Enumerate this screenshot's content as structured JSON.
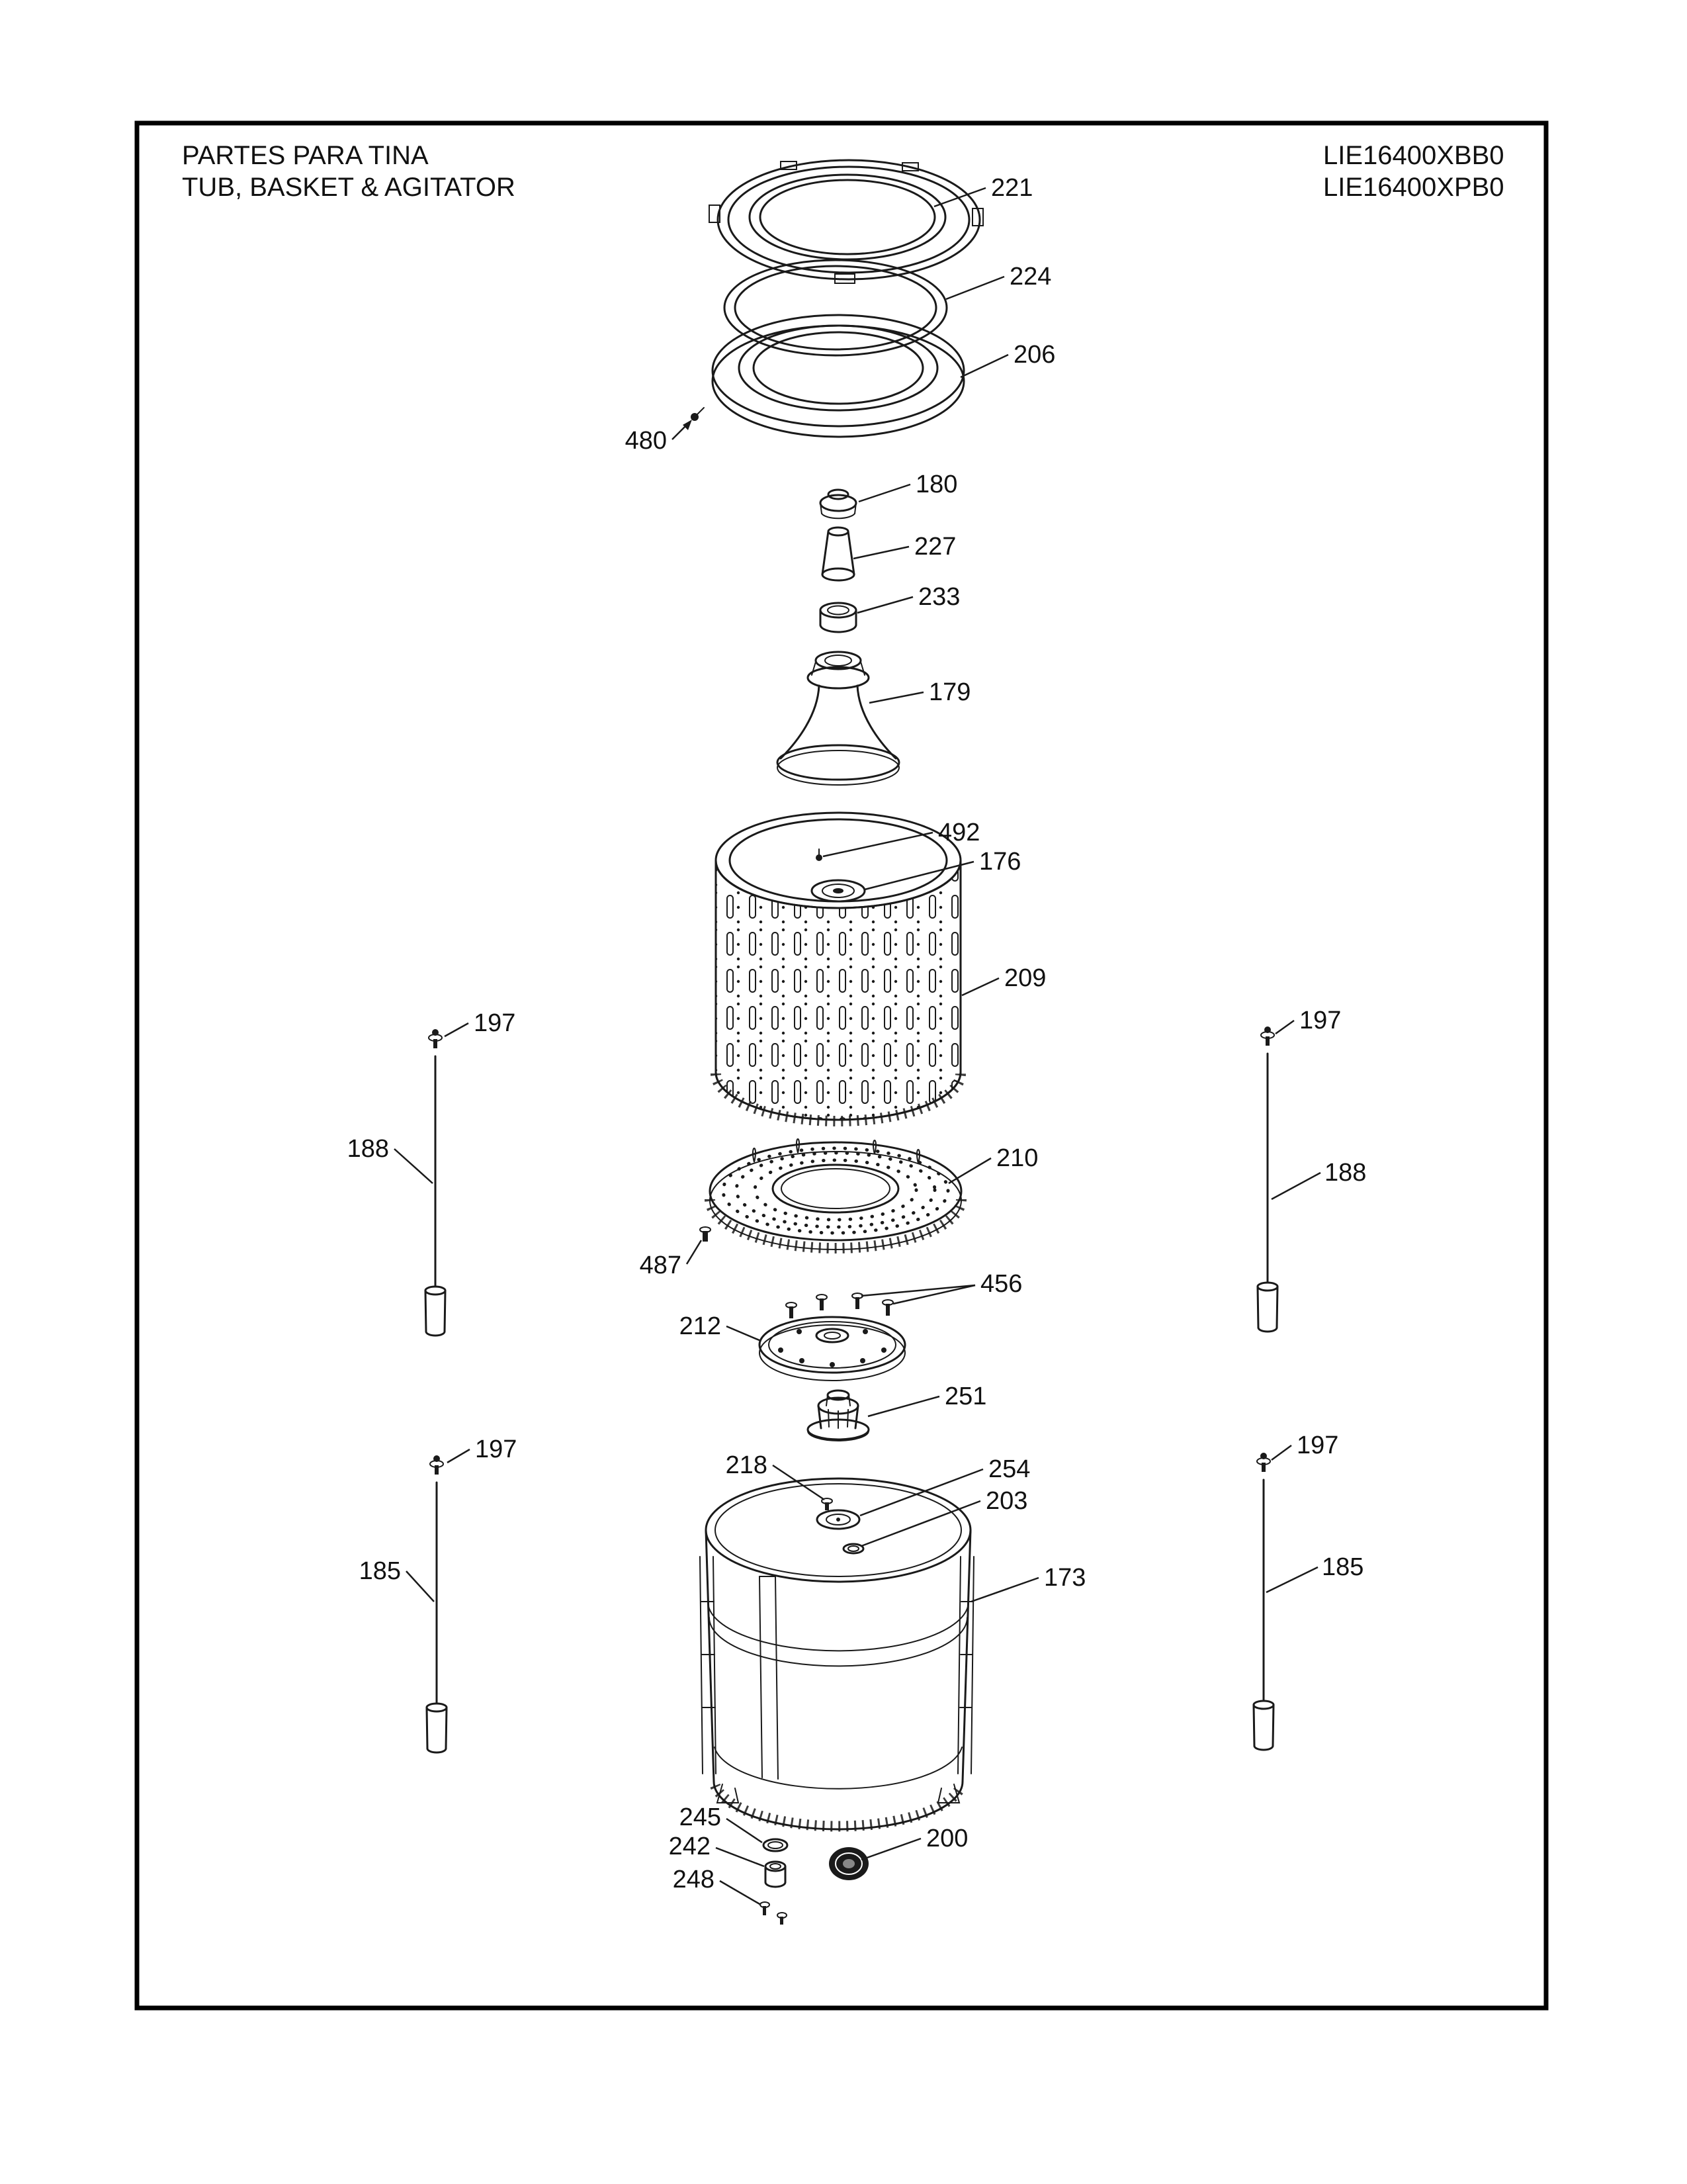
{
  "header": {
    "title_line1": "PARTES PARA TINA",
    "title_line2": "TUB, BASKET & AGITATOR",
    "model_line1": "LIE16400XBB0",
    "model_line2": "LIE16400XPB0"
  },
  "callouts": {
    "221": "221",
    "224": "224",
    "206": "206",
    "480": "480",
    "180": "180",
    "227": "227",
    "233": "233",
    "179": "179",
    "492": "492",
    "176": "176",
    "209": "209",
    "197": "197",
    "188": "188",
    "210": "210",
    "487": "487",
    "456": "456",
    "212": "212",
    "251": "251",
    "218": "218",
    "254": "254",
    "203": "203",
    "173": "173",
    "185": "185",
    "245": "245",
    "242": "242",
    "248": "248",
    "200": "200"
  },
  "diagram": {
    "ink_color": "#1a1a1a",
    "background": "#ffffff"
  }
}
